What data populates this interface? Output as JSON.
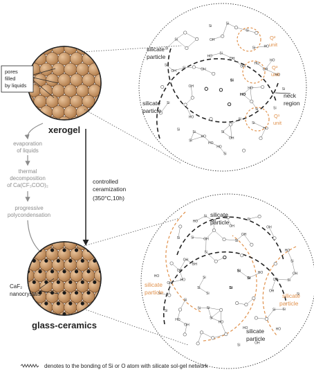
{
  "labels": {
    "pores": [
      "pores",
      "filled",
      "by liquids"
    ],
    "xerogel": "xerogel",
    "glass_ceramics": "glass-ceramics",
    "evaporation": [
      "evaporation",
      "of liquids"
    ],
    "thermal": [
      "thermal",
      "decomposition",
      "of Ca(CF₃COO)₂"
    ],
    "progressive": [
      "progressive",
      "polycondensation"
    ],
    "controlled": [
      "controlled",
      "ceramization",
      "(350°C,10h)"
    ],
    "caf2": [
      "CaF₂",
      "nanocrystals"
    ],
    "silicate_particle": "silicate particle",
    "silicate": "silicate",
    "particle": "particle",
    "neck_region": [
      "neck",
      "region"
    ],
    "q2_unit": [
      "Q²",
      "unit"
    ],
    "q3_unit": [
      "Q³",
      "unit"
    ],
    "q1_unit": [
      "Q¹",
      "unit"
    ],
    "footnote": "denotes to the bonding of Si or O atom with silicate sol-gel network"
  },
  "atoms": {
    "si": "Si",
    "o": "O",
    "oh": "OH",
    "ho": "HO"
  },
  "colors": {
    "ball_fill": "#c9925f",
    "ball_stroke": "#5a3a22",
    "orange": "#e0904a",
    "gray_text": "#8c8c8c",
    "arrow": "#8c8c8c",
    "dark": "#222222"
  }
}
